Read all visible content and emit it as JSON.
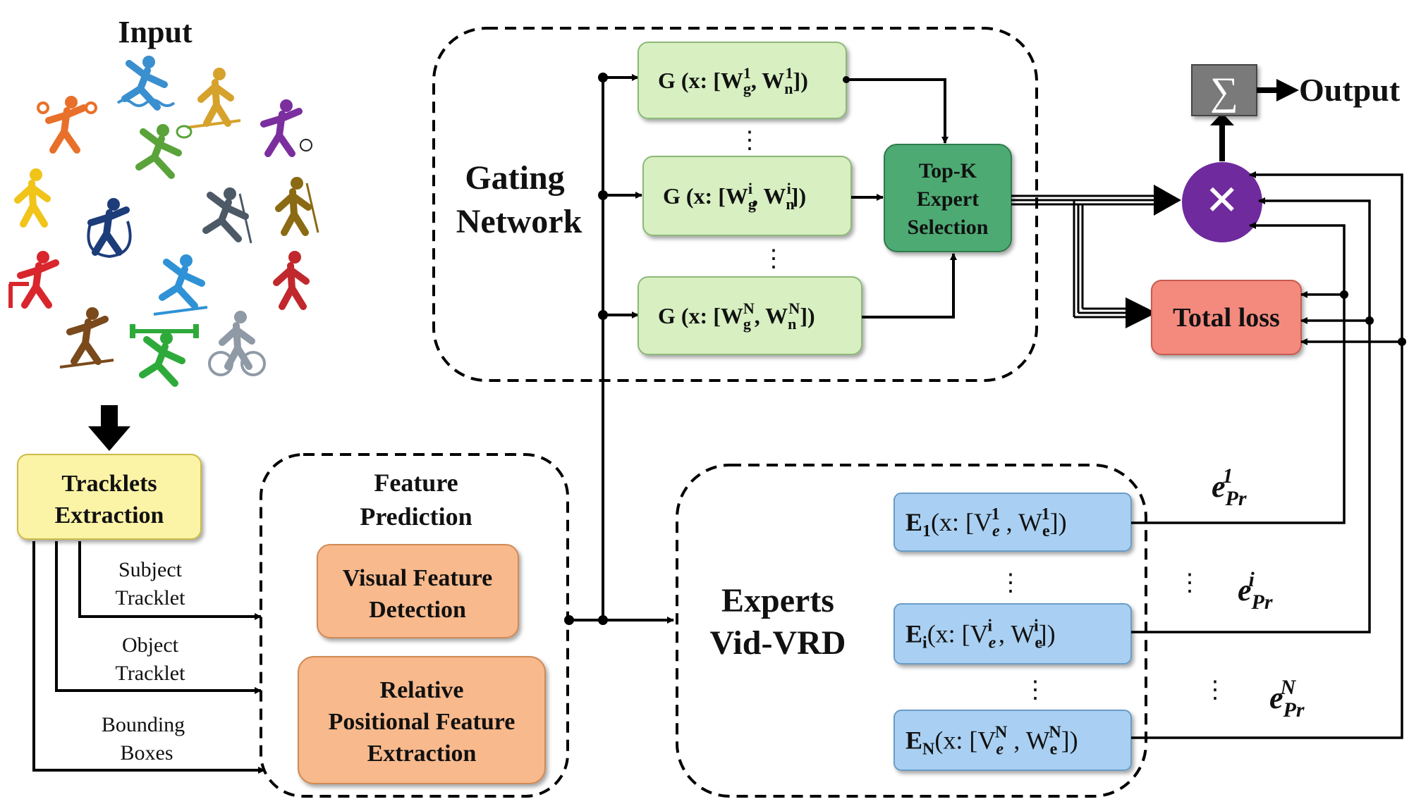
{
  "input": {
    "title": "Input"
  },
  "tracklets": {
    "line1": "Tracklets",
    "line2": "Extraction"
  },
  "edge_labels": {
    "subject": [
      "Subject",
      "Tracklet"
    ],
    "object": [
      "Object",
      "Tracklet"
    ],
    "bbox": [
      "Bounding",
      "Boxes"
    ]
  },
  "feature_prediction": {
    "title": [
      "Feature",
      "Prediction"
    ],
    "visual": [
      "Visual Feature",
      "Detection"
    ],
    "relative": [
      "Relative",
      "Positional Feature",
      "Extraction"
    ]
  },
  "gating": {
    "title": [
      "Gating",
      "Network"
    ],
    "gates": [
      {
        "pre": "G (x: [W",
        "sub1": "g",
        "sup1": "1",
        "mid": ", W",
        "sub2": "n",
        "sup2": "1",
        "post": "])"
      },
      {
        "pre": "G (x: [W",
        "sub1": "g",
        "sup1": "i",
        "mid": ", W",
        "sub2": "n",
        "sup2": "i",
        "post": "])"
      },
      {
        "pre": "G (x: [W",
        "sub1": "g",
        "sup1": "N",
        "mid": ", W",
        "sub2": "n",
        "sup2": "N",
        "post": "])"
      }
    ],
    "ellipsis": "⋮"
  },
  "topk": {
    "lines": [
      "Top-K",
      "Expert",
      "Selection"
    ]
  },
  "experts": {
    "title": [
      "Experts",
      "Vid-VRD"
    ],
    "boxes": [
      {
        "E": "E",
        "Esub": "1",
        "pre": "(x: [V",
        "vsub": "e",
        "vsup": "1",
        "mid": " , W",
        "wsub": "e",
        "wsup": "1",
        "post": "])"
      },
      {
        "E": "E",
        "Esub": "i",
        "pre": "(x: [V",
        "vsub": "e",
        "vsup": "i",
        "mid": " , W",
        "wsub": "e",
        "wsup": "i",
        "post": "])"
      },
      {
        "E": "E",
        "Esub": "N",
        "pre": "(x: [V",
        "vsub": "e",
        "vsup": "N",
        "mid": " , W",
        "wsub": "e",
        "wsup": "N",
        "post": "])"
      }
    ],
    "outputs": [
      {
        "base": "e",
        "sub": "Pr",
        "sup": "1"
      },
      {
        "base": "e",
        "sub": "Pr",
        "sup": "i"
      },
      {
        "base": "e",
        "sub": "Pr",
        "sup": "N"
      }
    ]
  },
  "sum": {
    "symbol": "∑",
    "output": "Output"
  },
  "multiply": {
    "symbol": "×"
  },
  "loss": {
    "label": "Total loss"
  },
  "colors": {
    "yellow": "#fbf3a6",
    "orange": "#f8b98c",
    "green_light": "#d7efc1",
    "green_dark": "#4eaa73",
    "blue": "#a9d0f2",
    "red": "#f48a7e",
    "purple": "#6f2a9e",
    "gray": "#7a7a7a"
  },
  "sport_icons": [
    {
      "name": "gymnastics-rings-icon",
      "color": "#e8702a"
    },
    {
      "name": "swimming-icon",
      "color": "#3a8fcf"
    },
    {
      "name": "speed-skating-icon",
      "color": "#d6a22c"
    },
    {
      "name": "curling-icon",
      "color": "#7b2f9e"
    },
    {
      "name": "tennis-icon",
      "color": "#5aa33a"
    },
    {
      "name": "badminton-icon",
      "color": "#f0c419"
    },
    {
      "name": "jump-rope-icon",
      "color": "#1d3c7a"
    },
    {
      "name": "golf-icon",
      "color": "#4d5966"
    },
    {
      "name": "ice-hockey-icon",
      "color": "#8a6a12"
    },
    {
      "name": "hurdles-icon",
      "color": "#d8262c"
    },
    {
      "name": "skiing-icon",
      "color": "#2f92d6"
    },
    {
      "name": "snowshoe-icon",
      "color": "#c0282d"
    },
    {
      "name": "cross-country-ski-icon",
      "color": "#7a4a1c"
    },
    {
      "name": "weightlifting-icon",
      "color": "#2eaa3a"
    },
    {
      "name": "cycling-icon",
      "color": "#8f9aa6"
    }
  ]
}
